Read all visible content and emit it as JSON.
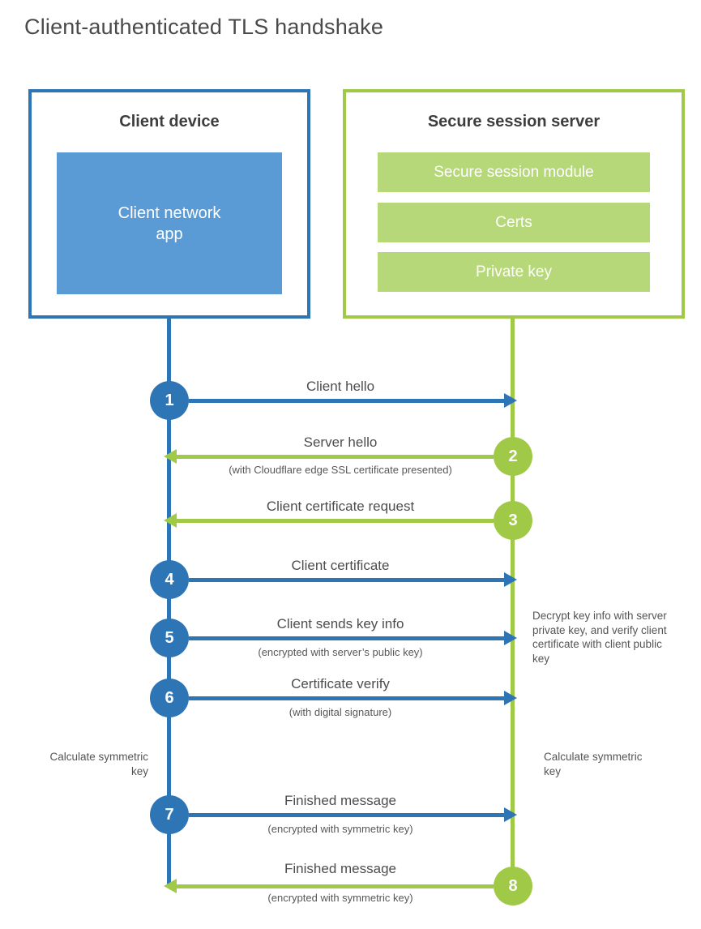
{
  "title": "Client-authenticated TLS handshake",
  "colors": {
    "blue": "#2e75b6",
    "blue_fill": "#5b9bd5",
    "green": "#a0c948",
    "green_fill": "#b6d878"
  },
  "boxes": {
    "client": {
      "title": "Client device",
      "app_label": "Client network app"
    },
    "server": {
      "title": "Secure session server",
      "modules": [
        "Secure session module",
        "Certs",
        "Private key"
      ]
    }
  },
  "steps": [
    {
      "number": "1",
      "direction": "client-to-server",
      "label": "Client hello"
    },
    {
      "number": "2",
      "direction": "server-to-client",
      "label": "Server hello",
      "sublabel": "(with Cloudflare edge SSL certificate presented)"
    },
    {
      "number": "3",
      "direction": "server-to-client",
      "label": "Client certificate request"
    },
    {
      "number": "4",
      "direction": "client-to-server",
      "label": "Client certificate"
    },
    {
      "number": "5",
      "direction": "client-to-server",
      "label": "Client sends key info",
      "sublabel": "(encrypted with server’s public key)"
    },
    {
      "number": "6",
      "direction": "client-to-server",
      "label": "Certificate verify",
      "sublabel": "(with digital signature)"
    },
    {
      "number": "7",
      "direction": "client-to-server",
      "label": "Finished message",
      "sublabel": "(encrypted with symmetric key)"
    },
    {
      "number": "8",
      "direction": "server-to-client",
      "label": "Finished message",
      "sublabel": "(encrypted with symmetric key)"
    }
  ],
  "notes": {
    "decrypt": "Decrypt key info with server private key, and verify client certificate with client public key",
    "calc_left": "Calculate symmetric key",
    "calc_right": "Calculate symmetric key"
  }
}
